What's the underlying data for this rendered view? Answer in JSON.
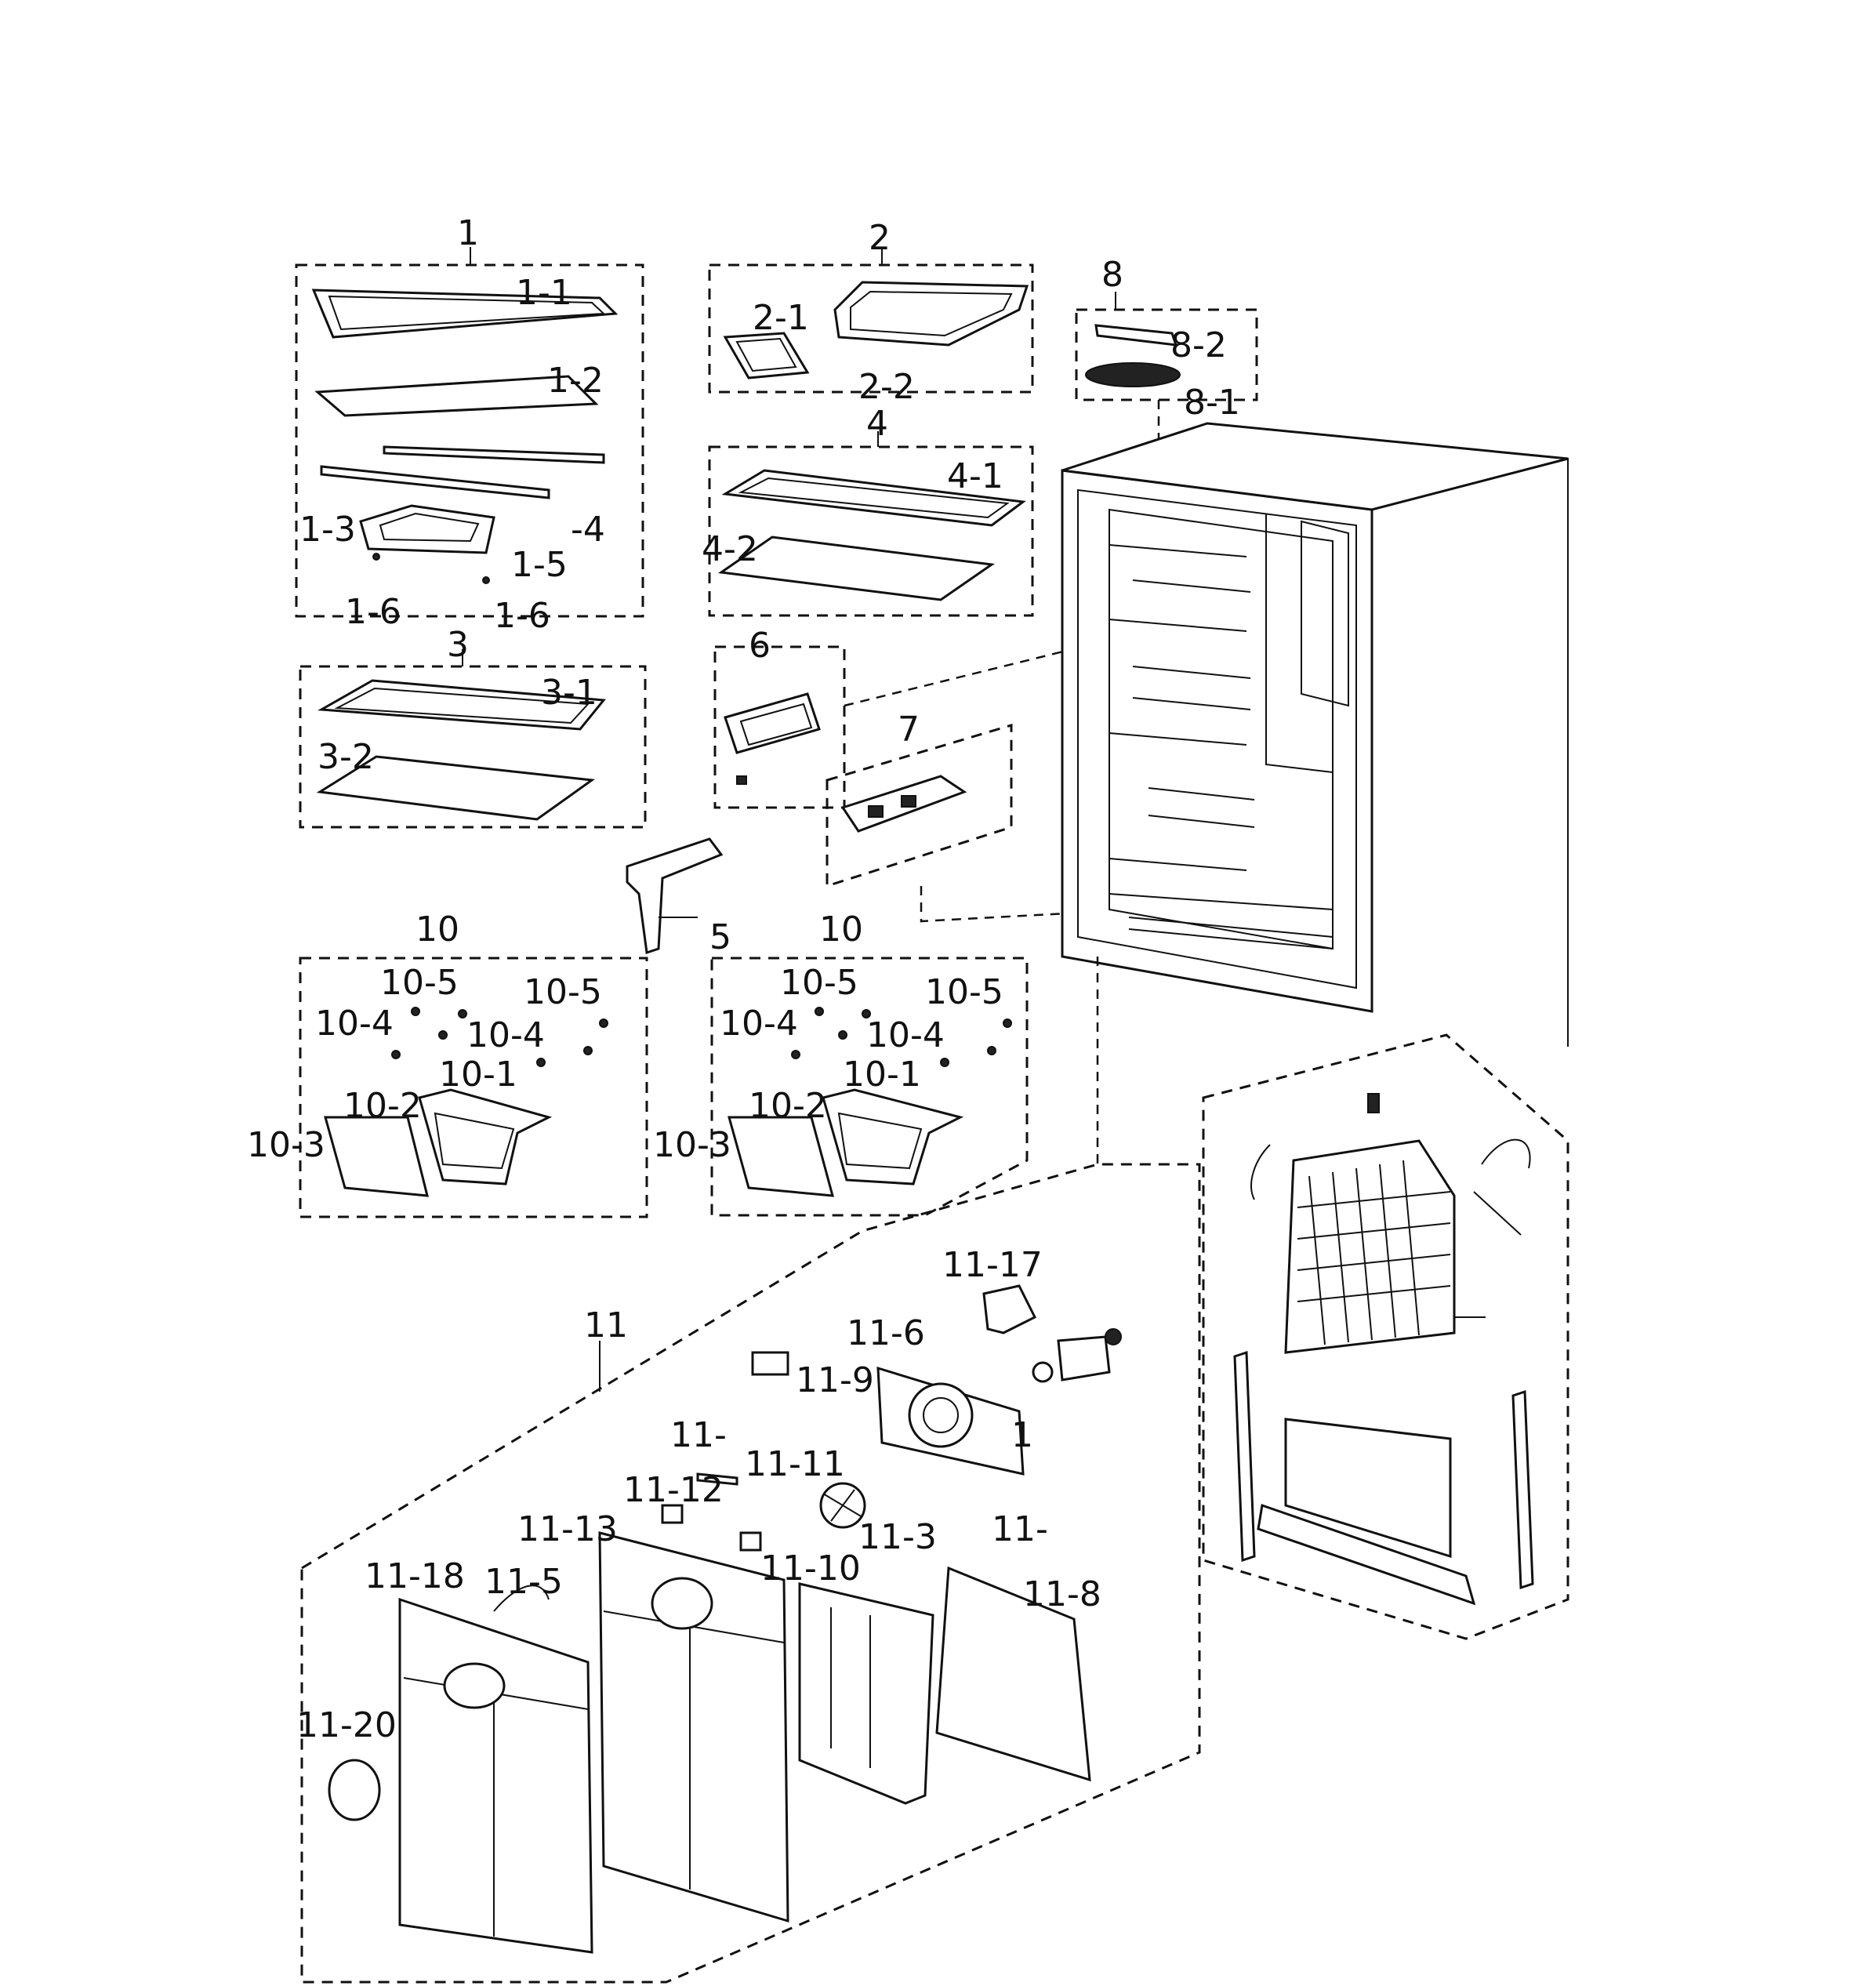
{
  "callouts": [
    {
      "id": "c-1",
      "text": "1"
    },
    {
      "id": "c-1-1",
      "text": "1-1"
    },
    {
      "id": "c-1-2",
      "text": "1-2"
    },
    {
      "id": "c-1-3",
      "text": "1-3"
    },
    {
      "id": "c-1-4",
      "text": "-4"
    },
    {
      "id": "c-1-5",
      "text": "1-5"
    },
    {
      "id": "c-1-6a",
      "text": "1-6"
    },
    {
      "id": "c-1-6b",
      "text": "1-6"
    },
    {
      "id": "c-2",
      "text": "2"
    },
    {
      "id": "c-2-1",
      "text": "2-1"
    },
    {
      "id": "c-2-2",
      "text": "2-2"
    },
    {
      "id": "c-3",
      "text": "3"
    },
    {
      "id": "c-3-1",
      "text": "3-1"
    },
    {
      "id": "c-3-2",
      "text": "3-2"
    },
    {
      "id": "c-4",
      "text": "4"
    },
    {
      "id": "c-4-1",
      "text": "4-1"
    },
    {
      "id": "c-4-2",
      "text": "4-2"
    },
    {
      "id": "c-5",
      "text": "5"
    },
    {
      "id": "c-6",
      "text": "6"
    },
    {
      "id": "c-7",
      "text": "7"
    },
    {
      "id": "c-8",
      "text": "8"
    },
    {
      "id": "c-8-1",
      "text": "8-1"
    },
    {
      "id": "c-8-2",
      "text": "8-2"
    },
    {
      "id": "c-10a",
      "text": "10"
    },
    {
      "id": "c-10-5a",
      "text": "10-5"
    },
    {
      "id": "c-10-5b",
      "text": "10-5"
    },
    {
      "id": "c-10-4a",
      "text": "10-4"
    },
    {
      "id": "c-10-4b",
      "text": "10-4"
    },
    {
      "id": "c-10-1a",
      "text": "10-1"
    },
    {
      "id": "c-10-2a",
      "text": "10-2"
    },
    {
      "id": "c-10-3a",
      "text": "10-3"
    },
    {
      "id": "c-10b",
      "text": "10"
    },
    {
      "id": "c-10-5c",
      "text": "10-5"
    },
    {
      "id": "c-10-5d",
      "text": "10-5"
    },
    {
      "id": "c-10-4c",
      "text": "10-4"
    },
    {
      "id": "c-10-4d",
      "text": "10-4"
    },
    {
      "id": "c-10-1b",
      "text": "10-1"
    },
    {
      "id": "c-10-2b",
      "text": "10-2"
    },
    {
      "id": "c-10-3b",
      "text": "10-3"
    },
    {
      "id": "c-11",
      "text": "11"
    },
    {
      "id": "c-11-17",
      "text": "11-17"
    },
    {
      "id": "c-11-6",
      "text": "11-6"
    },
    {
      "id": "c-11-9",
      "text": "11-9"
    },
    {
      "id": "c-11-x",
      "text": "11-"
    },
    {
      "id": "c-11-11",
      "text": "11-11"
    },
    {
      "id": "c-11-12",
      "text": "11-12"
    },
    {
      "id": "c-11-13",
      "text": "11-13"
    },
    {
      "id": "c-11-3",
      "text": "11-3"
    },
    {
      "id": "c-11-y",
      "text": "11-"
    },
    {
      "id": "c-11-10",
      "text": "11-10"
    },
    {
      "id": "c-11-18",
      "text": "11-18"
    },
    {
      "id": "c-11-5",
      "text": "11-5"
    },
    {
      "id": "c-11-8",
      "text": "11-8"
    },
    {
      "id": "c-11-20",
      "text": "11-20"
    },
    {
      "id": "c-1b",
      "text": "1"
    }
  ]
}
